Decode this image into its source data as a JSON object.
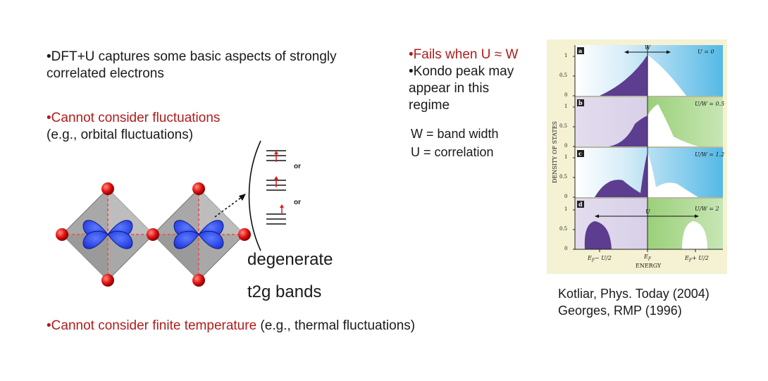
{
  "bullets": {
    "dftu_line1": "•DFT+U captures some basic aspects of strongly",
    "dftu_line2": "correlated electrons",
    "fluct_red": "•Cannot consider fluctuations",
    "fluct_black": "(e.g., orbital fluctuations)",
    "temp_red": "•Cannot consider finite temperature",
    "temp_black": " (e.g., thermal fluctuations)"
  },
  "right_bullets": {
    "fails": "•Fails when U ≈ W",
    "kondo_1": "•Kondo peak may",
    "kondo_2": "appear in this",
    "kondo_3": "regime",
    "w_def": "W = band width",
    "u_def": "U = correlation"
  },
  "orbital_diagram": {
    "or_1": "or",
    "or_2": "or",
    "label_1": "degenerate",
    "label_2": "t2g bands"
  },
  "citations": {
    "line_1": "Kotliar, Phys. Today (2004)",
    "line_2": "Georges, RMP (1996)"
  },
  "figure": {
    "y_axis_label": "DENSITY OF STATES",
    "x_axis_label": "ENERGY",
    "panels": [
      {
        "tag": "a",
        "param": "U = 0",
        "arrow_label": "W"
      },
      {
        "tag": "b",
        "param": "U/W = 0.5"
      },
      {
        "tag": "c",
        "param": "U/W = 1.2"
      },
      {
        "tag": "d",
        "param": "U/W = 2",
        "arrow_label": "U"
      }
    ],
    "y_ticks": [
      "0",
      "0.5",
      "1"
    ],
    "x_ticks": {
      "left": "E",
      "left_sub": "F",
      "left_tail": "− U/2",
      "mid": "E",
      "mid_sub": "F",
      "right": "E",
      "right_sub": "F",
      "right_tail": "+ U/2"
    }
  }
}
